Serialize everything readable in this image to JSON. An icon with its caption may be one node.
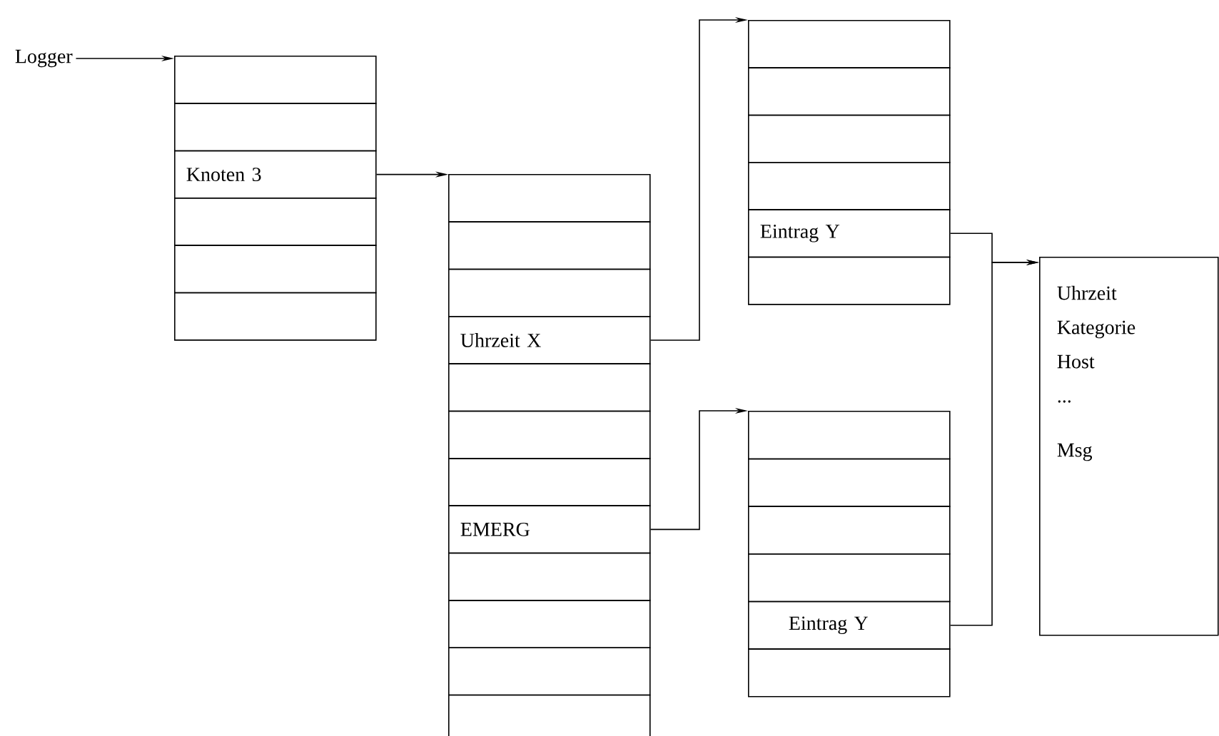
{
  "diagram": {
    "nodes": [
      {
        "text": [
          "Logger"
        ]
      },
      {
        "text": [],
        "shape": "box"
      },
      {
        "text": [],
        "shape": "box"
      },
      {
        "text": [
          "Knoten 3"
        ]
      },
      {
        "text": [],
        "shape": "box"
      },
      {
        "text": [],
        "shape": "box"
      },
      {
        "text": [],
        "shape": "box"
      },
      {
        "text": [],
        "shape": "box"
      },
      {
        "text": [],
        "shape": "box"
      },
      {
        "text": [],
        "shape": "box"
      },
      {
        "text": [
          "Uhrzeit X"
        ]
      },
      {
        "text": [],
        "shape": "box"
      },
      {
        "text": [],
        "shape": "box"
      },
      {
        "text": [],
        "shape": "box"
      },
      {
        "text": [
          "EMERG"
        ]
      },
      {
        "text": [],
        "shape": "box"
      },
      {
        "text": [],
        "shape": "box"
      },
      {
        "text": [],
        "shape": "box"
      },
      {
        "text": [],
        "shape": "box"
      },
      {
        "text": [],
        "shape": "box"
      },
      {
        "text": [],
        "shape": "box"
      },
      {
        "text": [],
        "shape": "box"
      },
      {
        "text": [],
        "shape": "box"
      },
      {
        "text": [
          "Eintrag Y"
        ]
      },
      {
        "text": [],
        "shape": "box"
      },
      {
        "text": [],
        "shape": "box"
      },
      {
        "text": [],
        "shape": "box"
      },
      {
        "text": [],
        "shape": "box"
      },
      {
        "text": [],
        "shape": "box"
      },
      {
        "text": [
          "Eintrag Y"
        ]
      },
      {
        "text": [],
        "shape": "box"
      },
      {
        "text": [
          "Uhrzeit",
          "Kategorie",
          "Host",
          "...",
          "Msg"
        ]
      }
    ],
    "edges": [
      {
        "from": 0,
        "to": 1,
        "arrow": "to"
      },
      {
        "from": 3,
        "to": 7,
        "arrow": "to"
      },
      {
        "from": 10,
        "to": 19,
        "arrow": "to"
      },
      {
        "from": 14,
        "to": 25,
        "arrow": "to"
      },
      {
        "from": 23,
        "to": 31,
        "arrow": "to"
      },
      {
        "from": 29,
        "to": 31,
        "arrow": "to"
      }
    ]
  }
}
